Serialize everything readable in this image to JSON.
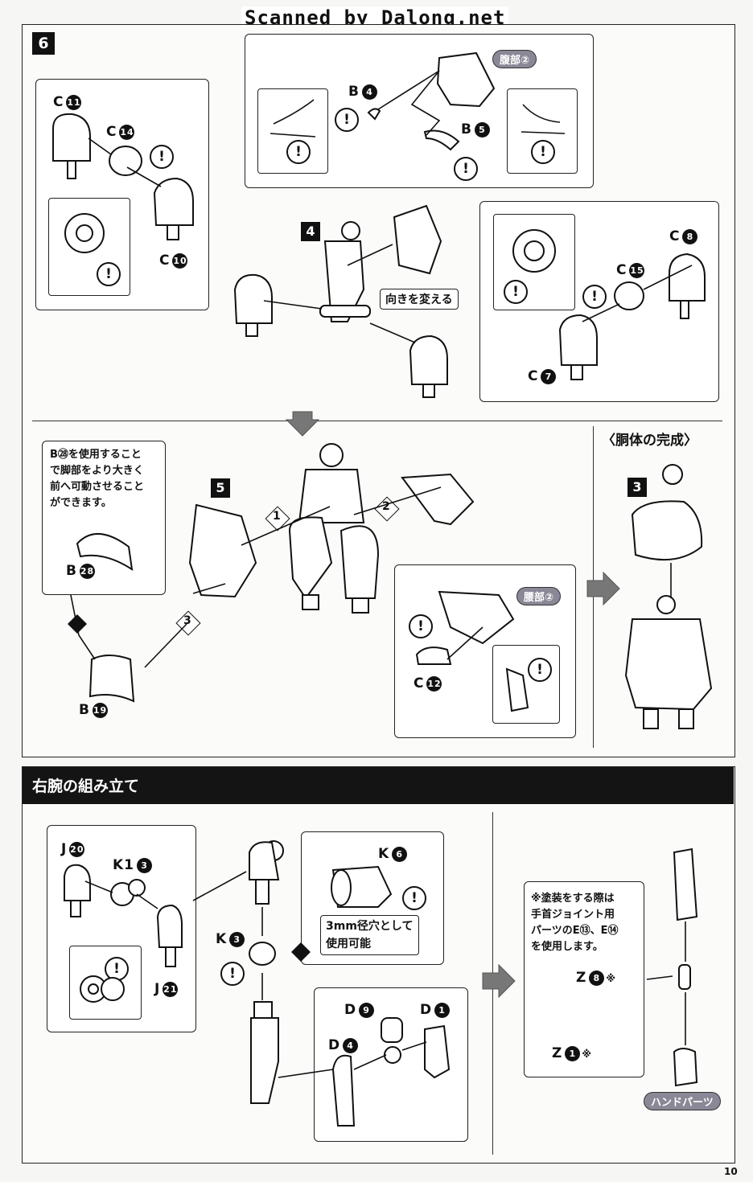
{
  "header": {
    "watermark": "Scanned by Dalong.net"
  },
  "page_number": "10",
  "step6": {
    "step_number": "6",
    "labels": {
      "c11": {
        "letter": "C",
        "num": "11"
      },
      "c14": {
        "letter": "C",
        "num": "14"
      },
      "c10": {
        "letter": "C",
        "num": "10"
      },
      "b4": {
        "letter": "B",
        "num": "4"
      },
      "b5": {
        "letter": "B",
        "num": "5"
      },
      "c8": {
        "letter": "C",
        "num": "8"
      },
      "c15": {
        "letter": "C",
        "num": "15"
      },
      "c7": {
        "letter": "C",
        "num": "7"
      }
    },
    "sub_step": "4",
    "tag_abdomen": "腹部②",
    "turn_label": "向きを変える"
  },
  "step5": {
    "sub_step": "5",
    "note": [
      "B㉘を使用すること",
      "で脚部をより大きく",
      "前へ可動させること",
      "ができます。"
    ],
    "labels": {
      "b28": {
        "letter": "B",
        "num": "28"
      },
      "b19": {
        "letter": "B",
        "num": "19"
      },
      "c12": {
        "letter": "C",
        "num": "12"
      }
    },
    "tag_waist": "腰部②",
    "seq": [
      "1",
      "2",
      "3"
    ],
    "complete_title": "〈胴体の完成〉",
    "complete_step": "3"
  },
  "right_arm": {
    "title": "右腕の組み立て",
    "labels": {
      "j20": {
        "letter": "J",
        "num": "20"
      },
      "k13": {
        "letter": "K1",
        "num": "3"
      },
      "j21": {
        "letter": "J",
        "num": "21"
      },
      "k3": {
        "letter": "K",
        "num": "3"
      },
      "k6": {
        "letter": "K",
        "num": "6"
      },
      "d9": {
        "letter": "D",
        "num": "9"
      },
      "d1": {
        "letter": "D",
        "num": "1"
      },
      "d4": {
        "letter": "D",
        "num": "4"
      },
      "z8": {
        "letter": "Z",
        "num": "8"
      },
      "z1": {
        "letter": "Z",
        "num": "1"
      }
    },
    "hole_note": [
      "3mm径穴として",
      "使用可能"
    ],
    "paint_note": [
      "※塗装をする際は",
      "手首ジョイント用",
      "パーツのE⑬、E⑭",
      "を使用します。"
    ],
    "asterisk": "※",
    "hand_tag": "ハンドパーツ"
  },
  "warn_symbol": "!"
}
